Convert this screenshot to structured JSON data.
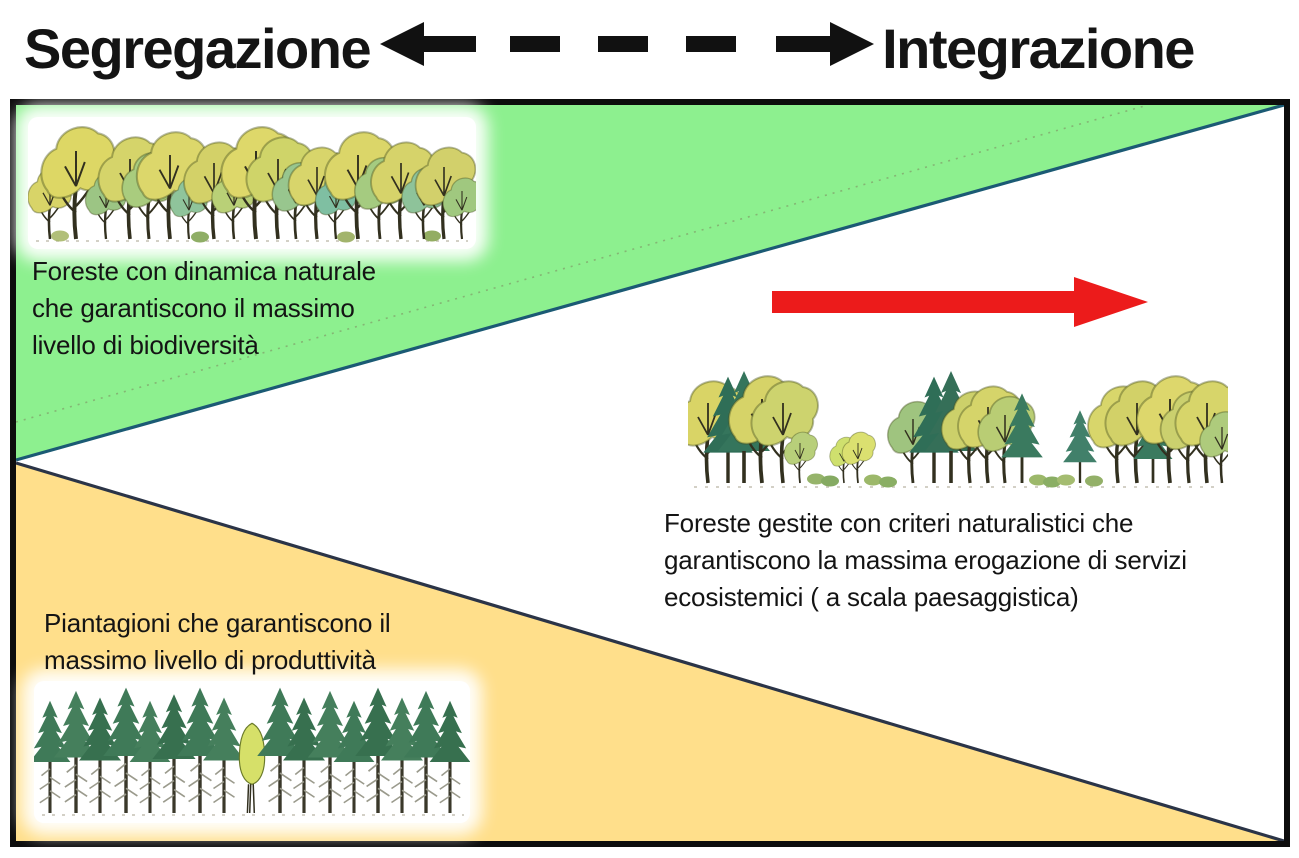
{
  "header": {
    "left_label": "Segregazione",
    "right_label": "Integrazione"
  },
  "colors": {
    "green_zone": "#8df08f",
    "yellow_zone": "#ffdf8b",
    "green_edge": "#1b5a74",
    "yellow_edge": "#2b3447",
    "arrow_red": "#ec1b1b",
    "text": "#141414",
    "border": "#0d0d0d"
  },
  "zones": {
    "green": {
      "name": "foreste-naturali",
      "label": "Foreste con dinamica naturale\nche garantiscono il massimo\nlivello di biodiversità"
    },
    "yellow": {
      "name": "piantagioni",
      "label": "Piantagioni che garantiscono il\nmassimo livello di produttività"
    },
    "white": {
      "name": "foreste-gestite",
      "label": "Foreste gestite con criteri naturalistici che\ngarantiscono la massima erogazione di servizi\necosistemici ( a scala paesaggistica)"
    }
  },
  "icons": {
    "dashed_double_arrow": "dashed double-headed arrow between Segregazione and Integrazione",
    "red_arrow": "red arrow pointing right toward integration"
  },
  "illustrations": {
    "natural_forest": "watercolor sketch of irregular natural broadleaf forest (biodiversity)",
    "managed_forest": "watercolor sketch of mixed forest managed with naturalistic criteria",
    "plantation": "watercolor sketch of uniform conifer plantation rows"
  }
}
